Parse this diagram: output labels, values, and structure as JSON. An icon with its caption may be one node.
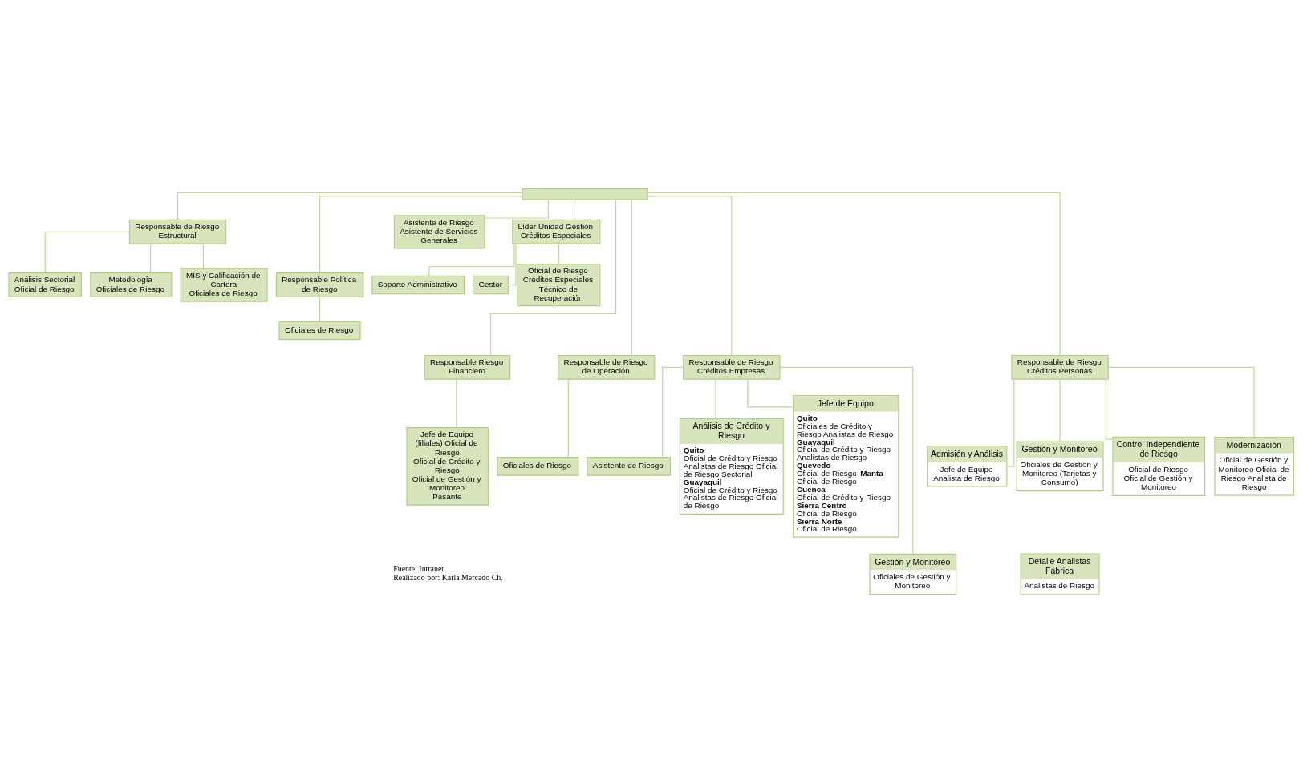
{
  "diagram": {
    "nodes": [
      {
        "text": [],
        "shape": "box"
      },
      {
        "text": [
          "Responsable de Riesgo Estructural"
        ]
      },
      {
        "text": [
          "Análisis Sectorial",
          "Oficial de Riesgo"
        ]
      },
      {
        "text": [
          "Metodología",
          "Oficiales de Riesgo"
        ]
      },
      {
        "text": [
          "MIS y Calificación de Cartera",
          "Oficiales de Riesgo"
        ]
      },
      {
        "text": [
          "Asistente de Riesgo Asistente de Servicios Generales"
        ]
      },
      {
        "text": [
          "Responsable Política de Riesgo"
        ]
      },
      {
        "text": [
          "Oficiales de Riesgo"
        ]
      },
      {
        "text": [
          "Líder Unidad Gestión Créditos Especiales"
        ]
      },
      {
        "text": [
          "Soporte Administrativo"
        ]
      },
      {
        "text": [
          "Gestor"
        ]
      },
      {
        "text": [
          "Oficial de Riesgo Créditos Especiales",
          "Técnico de Recuperación"
        ]
      },
      {
        "text": [
          "Responsable Riesgo Financiero"
        ]
      },
      {
        "text": [
          "Responsable de Riesgo de Operación"
        ]
      },
      {
        "text": [
          "Responsable de Riesgo Créditos Empresas"
        ]
      },
      {
        "text": [
          "Responsable de Riesgo Créditos Personas"
        ]
      },
      {
        "text": [
          "Jefe de Equipo (filiales) Oficial de Riesgo",
          "Oficial de Crédito y Riesgo",
          "Oficial de Gestión y Monitoreo",
          "Pasante"
        ]
      },
      {
        "text": [
          "Oficiales de Riesgo"
        ]
      },
      {
        "text": [
          "Asistente de Riesgo"
        ]
      },
      {
        "text": [
          "Análisis de Crédito y Riesgo",
          "**Quito** Oficial de Crédito y Riesgo Analistas de Riesgo Oficial de Riesgo Sectorial",
          "**Guayaquil** Oficial de Crédito y Riesgo Analistas de Riesgo Oficial de Riesgo"
        ]
      },
      {
        "text": [
          "Jefe de Equipo",
          "**Quito** Oficiales de Crédito y Riesgo Analistas de Riesgo",
          "**Guayaquil** Oficial de Crédito y Riesgo Analistas de Riesgo",
          "**Quevedo** Oficial de Riesgo **Manta** Oficial de Riesgo",
          "**Cuenca** Oficial de Crédito y Riesgo",
          "**Sierra Centro** Oficial de Riesgo",
          "**Sierra Norte** Oficial de Riesgo"
        ]
      },
      {
        "text": [
          "Admisión y Análisis",
          "Jefe de Equipo Analista de Riesgo"
        ]
      },
      {
        "text": [
          "Gestión y Monitoreo",
          "Oficiales de Gestión y Monitoreo (Tarjetas y Consumo)"
        ]
      },
      {
        "text": [
          "Control Independiente de Riesgo",
          "Oficial de Riesgo Oficial de Gestión y Monitoreo"
        ]
      },
      {
        "text": [
          "Modernización",
          "Oficial de Gestión y Monitoreo Oficial de Riesgo Analista de Riesgo"
        ]
      },
      {
        "text": [
          "Gestión y Monitoreo",
          "Oficiales de Gestión y Monitoreo"
        ]
      },
      {
        "text": [
          "Detalle Analistas Fábrica",
          "Analistas de Riesgo"
        ]
      }
    ],
    "edges": [
      {
        "from": 0,
        "to": 1,
        "arrow": "none"
      },
      {
        "from": 1,
        "to": 2,
        "arrow": "none"
      },
      {
        "from": 1,
        "to": 3,
        "arrow": "none"
      },
      {
        "from": 1,
        "to": 4,
        "arrow": "none"
      },
      {
        "from": 0,
        "to": 5,
        "arrow": "none"
      },
      {
        "from": 0,
        "to": 6,
        "arrow": "none"
      },
      {
        "from": 6,
        "to": 7,
        "arrow": "none"
      },
      {
        "from": 0,
        "to": 8,
        "arrow": "none"
      },
      {
        "from": 8,
        "to": 9,
        "arrow": "none"
      },
      {
        "from": 8,
        "to": 10,
        "arrow": "none"
      },
      {
        "from": 8,
        "to": 11,
        "arrow": "none"
      },
      {
        "from": 0,
        "to": 12,
        "arrow": "none"
      },
      {
        "from": 0,
        "to": 13,
        "arrow": "none"
      },
      {
        "from": 0,
        "to": 14,
        "arrow": "none"
      },
      {
        "from": 0,
        "to": 15,
        "arrow": "none"
      },
      {
        "from": 12,
        "to": 16,
        "arrow": "none"
      },
      {
        "from": 13,
        "to": 17,
        "arrow": "none"
      },
      {
        "from": 14,
        "to": 18,
        "arrow": "none"
      },
      {
        "from": 14,
        "to": 19,
        "arrow": "none"
      },
      {
        "from": 14,
        "to": 20,
        "arrow": "none"
      },
      {
        "from": 14,
        "to": 25,
        "arrow": "none"
      },
      {
        "from": 15,
        "to": 21,
        "arrow": "none"
      },
      {
        "from": 15,
        "to": 22,
        "arrow": "none"
      },
      {
        "from": 15,
        "to": 23,
        "arrow": "none"
      },
      {
        "from": 15,
        "to": 24,
        "arrow": "none"
      }
    ],
    "labels": [
      "Fuente: Intranet",
      "Realizado por: Karla Mercado Ch."
    ]
  }
}
